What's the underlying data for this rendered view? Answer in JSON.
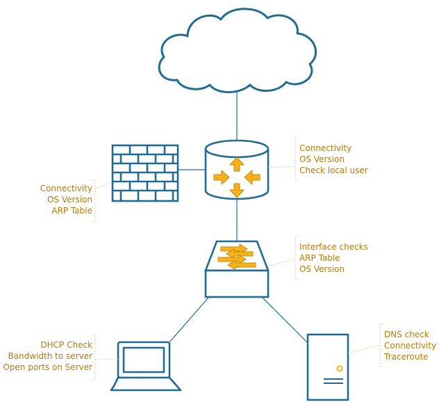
{
  "notes": {
    "router": [
      "Connectivity",
      "OS Version",
      "Check local user"
    ],
    "firewall": [
      "Connectivity",
      "OS Version",
      "ARP Table"
    ],
    "switch": [
      "Interface checks",
      "ARP Table",
      "OS Version"
    ],
    "laptop": [
      "DHCP Check",
      "Bandwidth to server",
      "Open ports on Server"
    ],
    "server": [
      "DNS check",
      "Connectivity",
      "Traceroute"
    ]
  },
  "icons": {
    "cloud": "cloud-icon",
    "firewall": "firewall-icon",
    "router": "router-icon",
    "switch": "switch-icon",
    "laptop": "laptop-icon",
    "server": "server-icon"
  },
  "colors": {
    "device_stroke": "#1e6b93",
    "note_text": "#b5790f",
    "accent": "#f5b21e",
    "bracket": "#e3c79a"
  }
}
